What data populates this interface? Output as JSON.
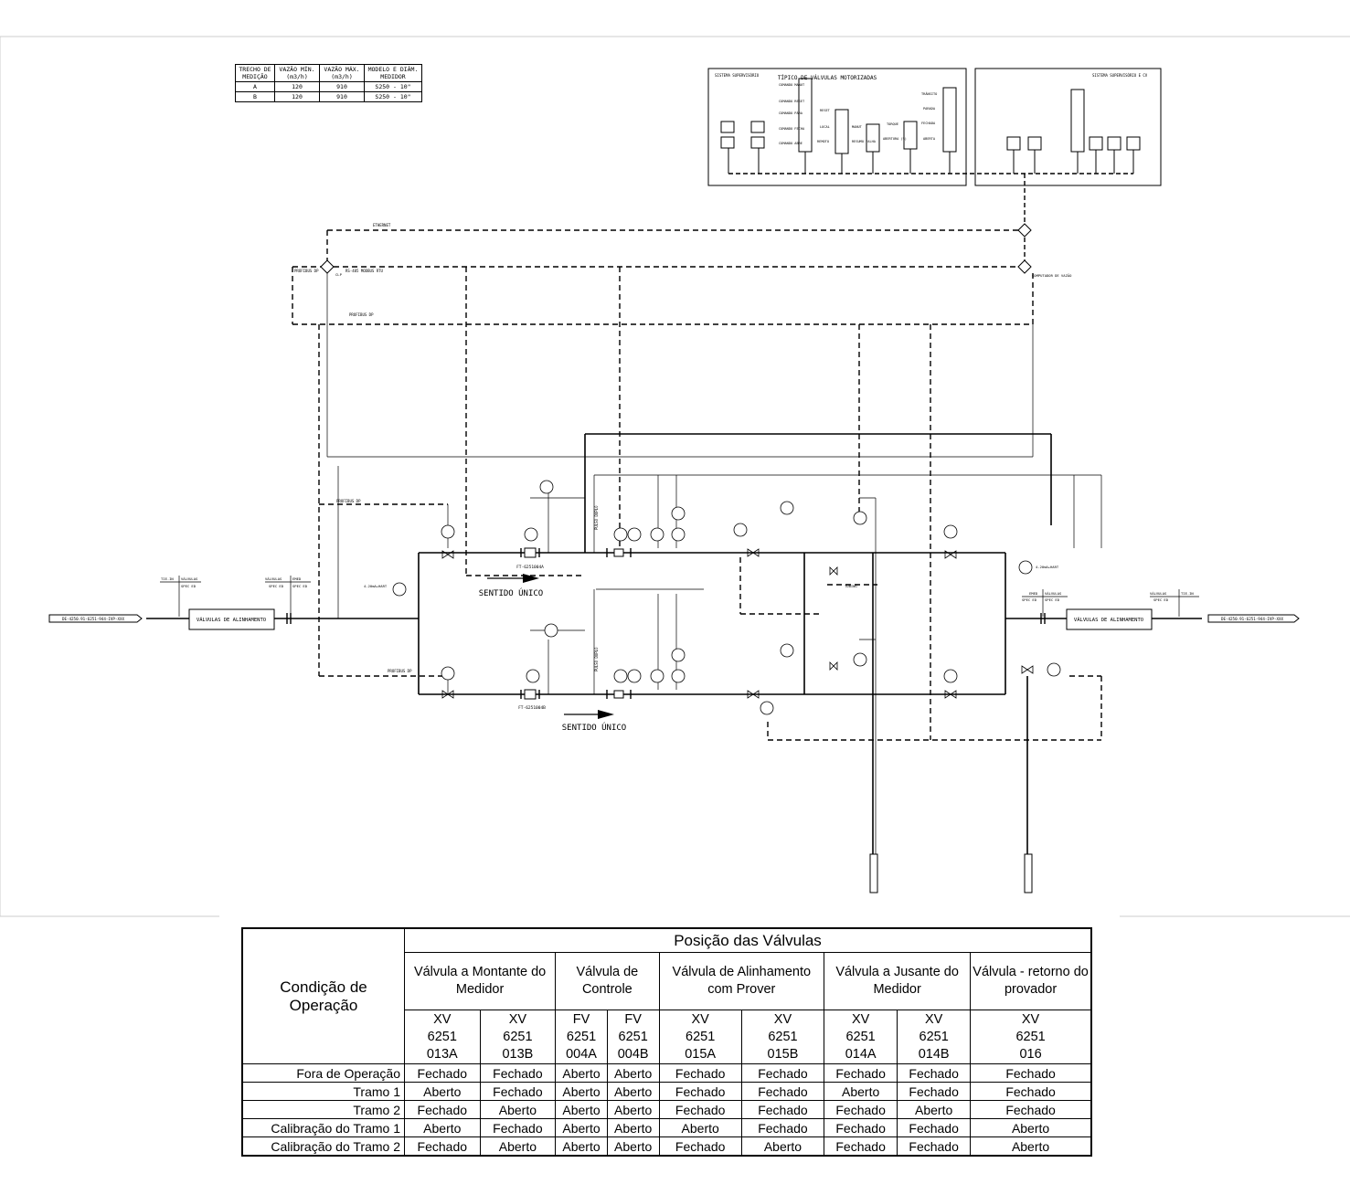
{
  "spec_table": {
    "headers": [
      "TRECHO DE MEDIÇÃO",
      "VAZÃO MÍN. (m3/h)",
      "VAZÃO MÁX. (m3/h)",
      "MODELO E DIÂM. MEDIDOR"
    ],
    "rows": [
      [
        "A",
        "120",
        "910",
        "S250 - 10\""
      ],
      [
        "B",
        "120",
        "910",
        "S250 - 10\""
      ]
    ]
  },
  "panels": {
    "typical_title": "TÍPICO DE VÁLVULAS MOTORIZADAS",
    "supervisory_left": "SISTEMA SUPERVISÓRIO",
    "supervisory_right": "SISTEMA SUPERVISÓRIO E CV",
    "cmd_labels": [
      "COMANDO MANUT",
      "COMANDO RESET",
      "COMANDO PÁRA",
      "COMANDO FECHA",
      "COMANDO ABRE"
    ],
    "mid_labels": [
      "RESET",
      "LOCAL",
      "REMOTO",
      "MANUT",
      "RESUMO FALHA",
      "TORQUE",
      "ABERTURA (%)"
    ],
    "state_labels": [
      "TRÂNSITO",
      "PARADA",
      "FECHADA",
      "ABERTA"
    ]
  },
  "diagram_labels": {
    "ethernet": "ETHERNET",
    "profibus_dp": "PROFIBUS DP",
    "rs485": "RS-485 MODBUS RTU",
    "clp": "CLP",
    "computador": "COMPUTADOR DE VAZÃO",
    "valvulas_alinhamento": "VÁLVULAS DE ALINHAMENTO",
    "sentido_unico": "SENTIDO ÚNICO",
    "ft_a": "FT-6251004A",
    "ft_b": "FT-6251004B",
    "line_left": "DE-4250.91-6251-944-IVP-XXX",
    "line_right": "DE-4250.91-6251-944-IVP-XXX",
    "tie_in": "TIE-IN",
    "valvulas": "VÁLVULAS",
    "spec_ed": "SPEC ED",
    "emed": "EMED",
    "hart": "4-20mA+HART",
    "tubing": "TUBING",
    "pulso_duplo": "PULSO DUPLO"
  },
  "ops_table": {
    "title": "Posição das Válvulas",
    "condition_header": "Condição de Operação",
    "groups": [
      {
        "label": "Válvula a Montante do Medidor"
      },
      {
        "label": "Válvula de Controle"
      },
      {
        "label": "Válvula de Alinhamento com Prover"
      },
      {
        "label": "Válvula a Jusante do Medidor"
      },
      {
        "label": "Válvula - retorno do provador"
      }
    ],
    "codes": [
      "XV 6251 013A",
      "XV 6251 013B",
      "FV 6251 004A",
      "FV 6251 004B",
      "XV 6251 015A",
      "XV 6251 015B",
      "XV 6251 014A",
      "XV 6251 014B",
      "XV 6251 016"
    ],
    "rows": [
      {
        "cond": "Fora de Operação",
        "vals": [
          "Fechado",
          "Fechado",
          "Aberto",
          "Aberto",
          "Fechado",
          "Fechado",
          "Fechado",
          "Fechado",
          "Fechado"
        ]
      },
      {
        "cond": "Tramo 1",
        "vals": [
          "Aberto",
          "Fechado",
          "Aberto",
          "Aberto",
          "Fechado",
          "Fechado",
          "Aberto",
          "Fechado",
          "Fechado"
        ]
      },
      {
        "cond": "Tramo 2",
        "vals": [
          "Fechado",
          "Aberto",
          "Aberto",
          "Aberto",
          "Fechado",
          "Fechado",
          "Fechado",
          "Aberto",
          "Fechado"
        ]
      },
      {
        "cond": "Calibração do Tramo 1",
        "vals": [
          "Aberto",
          "Fechado",
          "Aberto",
          "Aberto",
          "Aberto",
          "Fechado",
          "Fechado",
          "Fechado",
          "Aberto"
        ]
      },
      {
        "cond": "Calibração do Tramo 2",
        "vals": [
          "Fechado",
          "Aberto",
          "Aberto",
          "Aberto",
          "Fechado",
          "Aberto",
          "Fechado",
          "Fechado",
          "Aberto"
        ]
      }
    ]
  }
}
